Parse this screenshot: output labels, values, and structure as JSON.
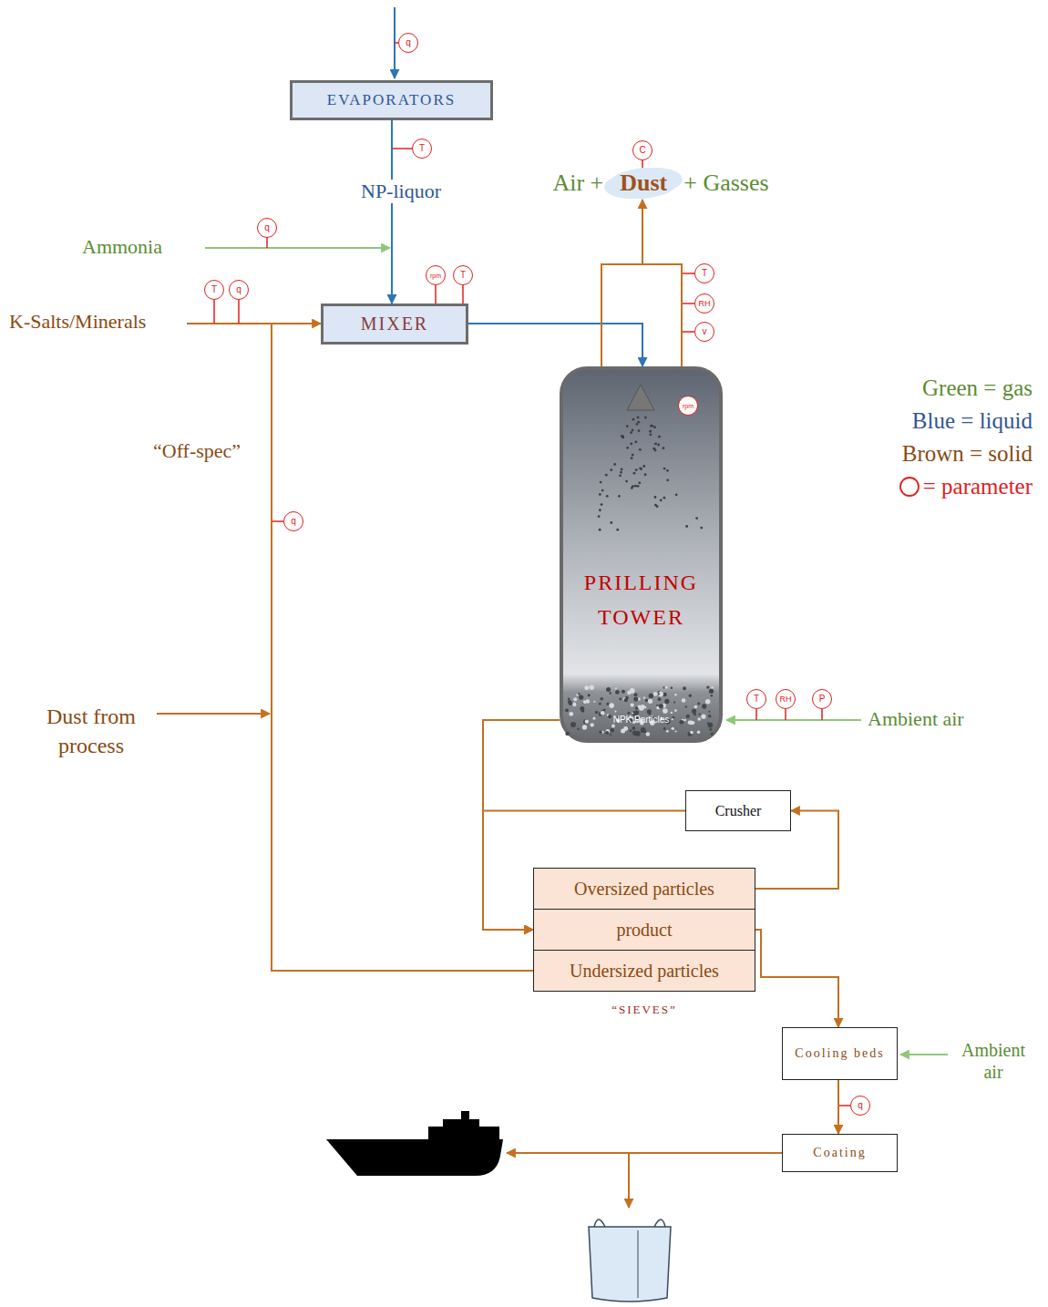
{
  "diagram": {
    "nodes": [
      {
        "text": [
          "q"
        ]
      },
      {
        "text": [
          "EVAPORATORS"
        ]
      },
      {
        "text": [
          "T"
        ]
      },
      {
        "text": [
          "Air +",
          "Dust",
          "+ Gasses"
        ]
      },
      {
        "text": [
          "C"
        ]
      },
      {
        "text": [
          "q"
        ]
      },
      {
        "text": [
          "T"
        ]
      },
      {
        "text": [
          "q"
        ]
      },
      {
        "text": [
          "MIXER"
        ]
      },
      {
        "text": [
          "rpm"
        ]
      },
      {
        "text": [
          "T"
        ]
      },
      {
        "text": [
          "T"
        ]
      },
      {
        "text": [
          "RH"
        ]
      },
      {
        "text": [
          "v"
        ]
      },
      {
        "text": [
          "PRILLING TOWER",
          "NPK Particles"
        ]
      },
      {
        "text": [
          "rpm"
        ],
        "in": 14
      },
      {
        "text": [
          "q"
        ]
      },
      {
        "text": [
          "T"
        ]
      },
      {
        "text": [
          "RH"
        ]
      },
      {
        "text": [
          "P"
        ]
      },
      {
        "text": [
          "Crusher"
        ]
      },
      {
        "text": [
          "“SIEVES”"
        ]
      },
      {
        "text": [
          "Oversized particles"
        ],
        "in": 21
      },
      {
        "text": [
          "product"
        ],
        "in": 21
      },
      {
        "text": [
          "Undersized particles"
        ],
        "in": 21
      },
      {
        "text": [
          "Cooling beds"
        ]
      },
      {
        "text": [
          "q"
        ]
      },
      {
        "text": [
          "Coating"
        ]
      }
    ],
    "edges": [
      {
        "from": 1,
        "to": 8,
        "arrow": "to",
        "label": "NP-liquor"
      },
      {
        "from": 8,
        "to": 14,
        "arrow": "to"
      },
      {
        "from": 14,
        "to": 3,
        "arrow": "to"
      },
      {
        "from": 14,
        "to": 23,
        "arrow": "to"
      },
      {
        "from": 22,
        "to": 20,
        "arrow": "to"
      },
      {
        "from": 20,
        "to": 23,
        "arrow": "to"
      },
      {
        "from": 24,
        "to": 8,
        "arrow": "to"
      },
      {
        "from": 23,
        "to": 25,
        "arrow": "to"
      },
      {
        "from": 25,
        "to": 27,
        "arrow": "to"
      }
    ],
    "labels": [
      "Ammonia",
      "K-Salts/Minerals",
      "“Off-spec”",
      "Dust from process",
      "Ambient air",
      "Ambient air"
    ],
    "legend": [
      {
        "text": "Green = gas",
        "color": "#5b8c32"
      },
      {
        "text": "Blue = liquid",
        "color": "#2f5597"
      },
      {
        "text": "Brown = solid",
        "color": "#8a4a12"
      },
      {
        "text": "= parameter"
      }
    ]
  }
}
